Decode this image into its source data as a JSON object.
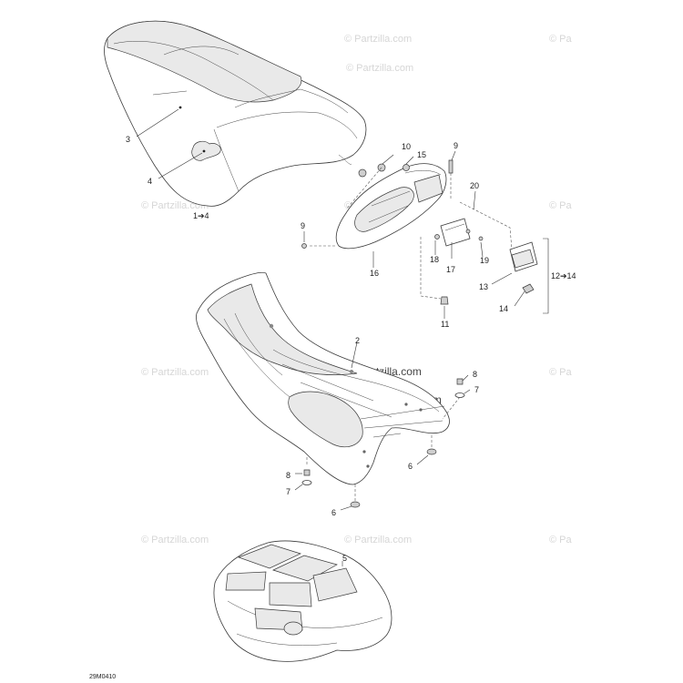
{
  "labels": {
    "n1": "1",
    "n2": "2",
    "n3": "3",
    "n4": "4",
    "n5": "5",
    "n6": "6",
    "n7": "7",
    "n8": "8",
    "n9": "9",
    "n10": "10",
    "n11": "11",
    "n13": "13",
    "n14": "14",
    "n15": "15",
    "n16": "16",
    "n17": "17",
    "n18": "18",
    "n19": "19",
    "n20": "20",
    "range_seat": "1➔4",
    "range_light": "12➔14"
  },
  "watermark": {
    "text": "© Partzilla.com",
    "short": "© Pa"
  },
  "diagram_code": "29M0410"
}
